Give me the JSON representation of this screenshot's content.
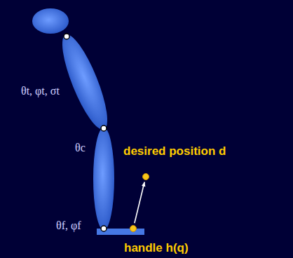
{
  "diagram": {
    "nodes": [
      {
        "text": [
          "desired position d"
        ]
      },
      {
        "text": [
          "handle h(q)"
        ]
      }
    ],
    "edges": [
      {
        "from": 1,
        "to": 0,
        "arrow": "to"
      }
    ],
    "labels": [
      "θt, φt, σt",
      "θc",
      "θf, φf"
    ]
  }
}
